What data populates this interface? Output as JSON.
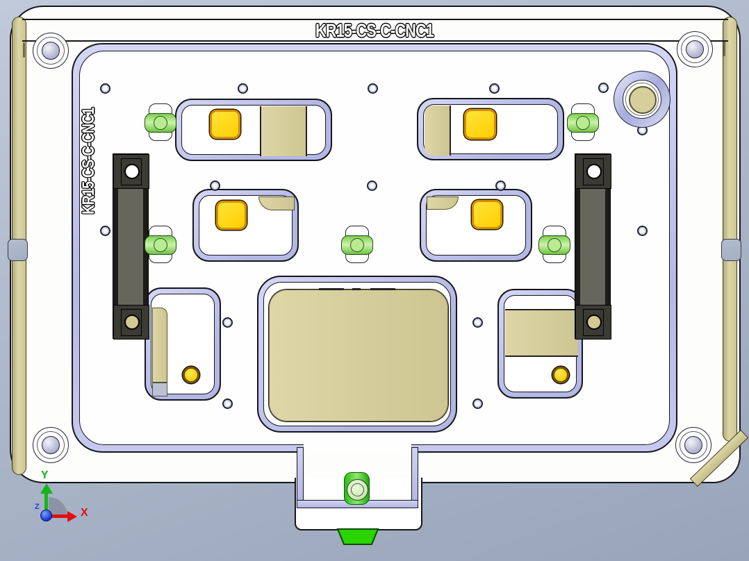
{
  "labels": {
    "part_number_top": "KR15-CS-C-CNC1",
    "part_number_side": "KR15-CS-C-CNC1"
  },
  "axis_triad": {
    "x": "X",
    "y": "Y",
    "z": "Z",
    "x_color": "#e01010",
    "y_color": "#15b515",
    "z_color": "#2338e0"
  },
  "colors": {
    "background_top": "#c0cada",
    "background_bottom": "#98a4b9",
    "plate_face": "#fdfdfc",
    "plate_edge_tan": "#d5cd97",
    "bevel_lavender": "#c4c7ee",
    "clamp_yellow": "#ffd400",
    "clamp_green": "#8ee06a",
    "tab_green": "#2bd300",
    "rail_dark": "#3b3b34"
  }
}
